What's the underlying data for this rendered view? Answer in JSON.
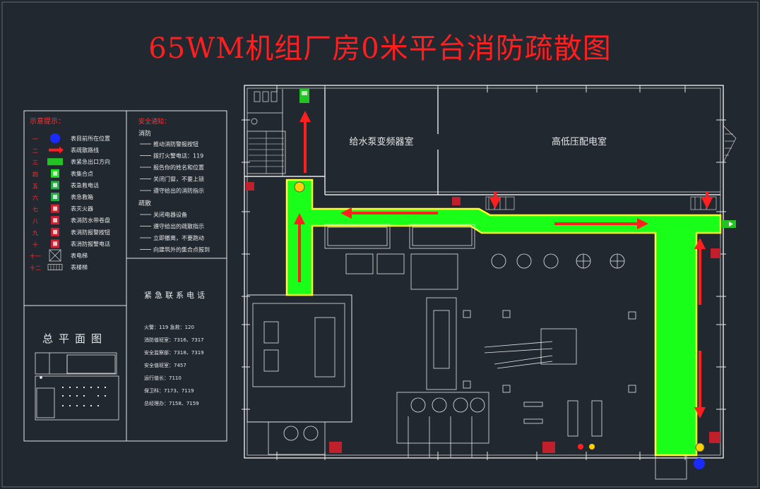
{
  "title": "65WM机组厂房0米平台消防疏散图",
  "rooms": {
    "pump_room": "给水泵变频器室",
    "power_room": "高低压配电室"
  },
  "legend": {
    "header": "示意提示：",
    "items": [
      {
        "num": "一",
        "text": "表目前所在位置",
        "icon": "current-location-icon",
        "color": "#1a2bff"
      },
      {
        "num": "二",
        "text": "表疏散路线",
        "icon": "evacuation-arrow-icon",
        "color": "#ff1f1f"
      },
      {
        "num": "三",
        "text": "表紧急出口方向",
        "icon": "emergency-exit-sign-icon",
        "color": "#22c322"
      },
      {
        "num": "四",
        "text": "表集合点",
        "icon": "assembly-point-icon",
        "color": "#22dd22"
      },
      {
        "num": "五",
        "text": "表急救电话",
        "icon": "first-aid-phone-icon",
        "color": "#22aa44"
      },
      {
        "num": "六",
        "text": "表急救箱",
        "icon": "first-aid-kit-icon",
        "color": "#22aa44"
      },
      {
        "num": "七",
        "text": "表灭火器",
        "icon": "fire-extinguisher-icon",
        "color": "#d22030"
      },
      {
        "num": "八",
        "text": "表消防水带卷盘",
        "icon": "fire-hose-reel-icon",
        "color": "#d22030"
      },
      {
        "num": "九",
        "text": "表消防报警按钮",
        "icon": "fire-alarm-button-icon",
        "color": "#d22030"
      },
      {
        "num": "十",
        "text": "表消防报警电话",
        "icon": "fire-alarm-phone-icon",
        "color": "#d22030"
      },
      {
        "num": "十一",
        "text": "表电梯",
        "icon": "elevator-icon",
        "color": "#cccccc"
      },
      {
        "num": "十二",
        "text": "表楼梯",
        "icon": "staircase-icon",
        "color": "#cccccc"
      }
    ]
  },
  "safety": {
    "header": "安全通知：",
    "fire_heading": "消防",
    "fire_steps": [
      "推动消防警报按钮",
      "拨打火警电话：119",
      "报告你的姓名和位置",
      "关闭门窗，不要上锁",
      "遵守给出的消防指示"
    ],
    "evac_heading": "疏散",
    "evac_steps": [
      "关闭电器设备",
      "遵守给出的疏散指示",
      "立即撤离，不要跑动",
      "向建筑外的集合点报到"
    ]
  },
  "contacts": {
    "header": "紧急联系电话",
    "lines": [
      "火警：119  急救：120",
      "消防值班室：7316、7317",
      "安全监察部：7318、7319",
      "安全值班室：7457",
      "运行值长：7110",
      "保卫科：7173、7119",
      "总经理办：7158、7159"
    ]
  },
  "site_plan": {
    "header": "总平面图"
  },
  "colors": {
    "background": "#212830",
    "walls": "#e8e8e8",
    "evacuation_route": "#19ff19",
    "route_border": "#ffff33",
    "arrow": "#ff1f1f",
    "title": "#ff1f1f",
    "legend_header": "#ff3333"
  }
}
